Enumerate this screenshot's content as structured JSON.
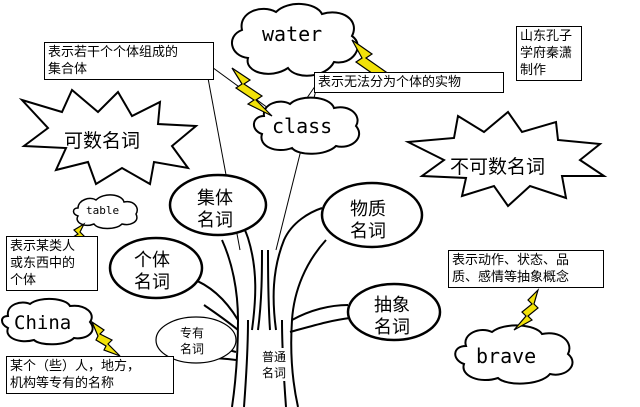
{
  "colors": {
    "line": "#000000",
    "fill": "#ffffff",
    "bolt": "#f2e20a"
  },
  "clouds": {
    "water": "water",
    "class": "class",
    "table": "table",
    "china": "China",
    "brave": "brave"
  },
  "stars": {
    "countable": "可数名词",
    "uncountable": "不可数名词"
  },
  "ovals": {
    "collective": [
      "集体",
      "名词"
    ],
    "material": [
      "物质",
      "名词"
    ],
    "individual": [
      "个体",
      "名词"
    ],
    "abstract": [
      "抽象",
      "名词"
    ],
    "proper": [
      "专有",
      "名词"
    ],
    "common": [
      "普通",
      "名词"
    ]
  },
  "notes": {
    "collective": [
      "表示若干个个体组成的",
      "集合体"
    ],
    "material": "表示无法分为个体的实物",
    "author": [
      "山东孔子",
      "学府秦潇",
      "制作"
    ],
    "individual": [
      "表示某类人",
      "或东西中的",
      "个体"
    ],
    "abstract": [
      "表示动作、状态、品",
      "质、感情等抽象概念"
    ],
    "proper": [
      "某个（些）人，地方，",
      "机构等专有的名称"
    ]
  }
}
